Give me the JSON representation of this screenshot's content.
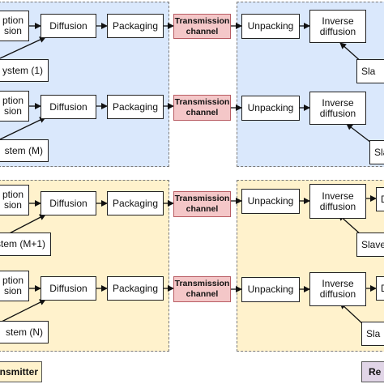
{
  "colors": {
    "blue_region": "#dae8fc",
    "yellow_region": "#fff2cc",
    "channel_fill": "#f4c7c8",
    "receiver_legend": "#e1d5e7",
    "transmitter_legend": "#fff2cc"
  },
  "rows": [
    {
      "encryption": "ption\nsion",
      "chaotic_system": "ystem (1)",
      "diffusion": "Diffusion",
      "packaging": "Packaging",
      "channel": "Transmission\nchannel",
      "unpacking": "Unpacking",
      "inverse_diffusion": "Inverse\ndiffusion",
      "slave": "Sla",
      "decryption": ""
    },
    {
      "encryption": "ption\nsion",
      "chaotic_system": "stem (M)",
      "diffusion": "Diffusion",
      "packaging": "Packaging",
      "channel": "Transmission\nchannel",
      "unpacking": "Unpacking",
      "inverse_diffusion": "Inverse\ndiffusion",
      "slave": "Sla",
      "decryption": ""
    },
    {
      "encryption": "ption\nsion",
      "chaotic_system": "stem (M+1)",
      "diffusion": "Diffusion",
      "packaging": "Packaging",
      "channel": "Transmission\nchannel",
      "unpacking": "Unpacking",
      "inverse_diffusion": "Inverse\ndiffusion",
      "slave": "Slave",
      "decryption": "D"
    },
    {
      "encryption": "ption\nsion",
      "chaotic_system": "stem (N)",
      "diffusion": "Diffusion",
      "packaging": "Packaging",
      "channel": "Transmission\nchannel",
      "unpacking": "Unpacking",
      "inverse_diffusion": "Inverse\ndiffusion",
      "slave": "Sla",
      "decryption": "D"
    }
  ],
  "legend": {
    "transmitter": "ansmitter",
    "receiver": "Re"
  }
}
